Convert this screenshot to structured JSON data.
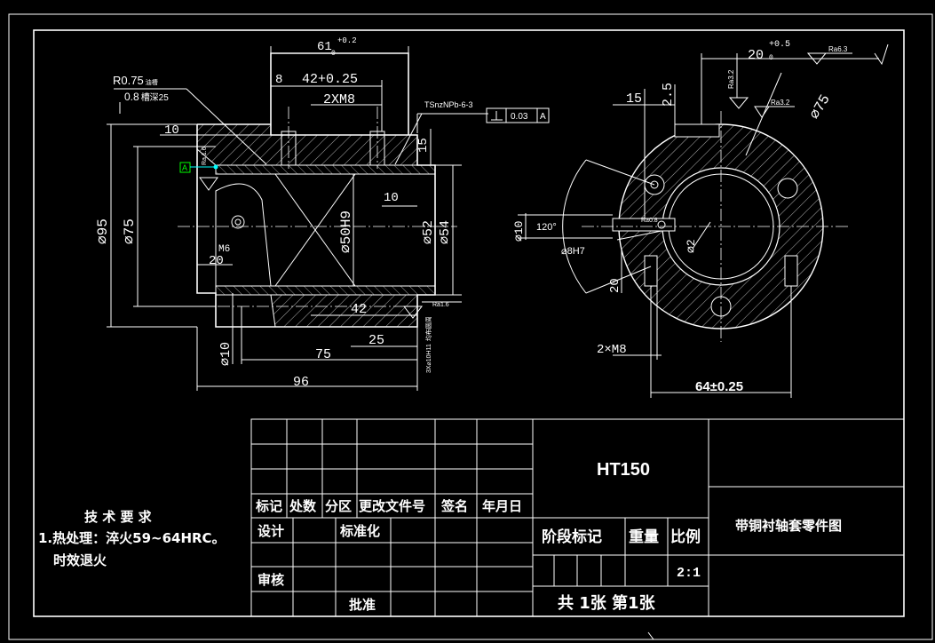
{
  "drawing_title": "带铜衬轴套零件图",
  "material": "HT150",
  "scale": "2:1",
  "sheet_info": "共 1张 第1张",
  "title_block": {
    "headers": [
      "标记",
      "处数",
      "分区",
      "更改文件号",
      "签名",
      "年月日"
    ],
    "design": "设计",
    "standardization": "标准化",
    "review": "审核",
    "approve": "批准",
    "stage_mark": "阶段标记",
    "weight": "重量",
    "scale_label": "比例"
  },
  "tech_requirements": {
    "title": "技 术 要 求",
    "line1": "1.热处理：淬火59~64HRC。",
    "line2": "时效退火"
  },
  "front_view": {
    "dim_61": "61",
    "tol_61": "0",
    "tol_61_up": "+0.2",
    "dim_42": "42+0.25",
    "dim_8": "8",
    "dim_2xm8": "2XM8",
    "dim_10_top": "10",
    "dim_15": "15",
    "dim_10_mid": "10",
    "dim_phi95": "⌀95",
    "dim_phi75": "⌀75",
    "dim_phi50": "⌀50H9",
    "dim_phi52": "⌀52",
    "dim_phi54": "⌀54",
    "dim_20": "20",
    "dim_m6": "M6",
    "dim_phi10": "⌀10",
    "dim_42b": "42",
    "dim_25": "25",
    "dim_75": "75",
    "dim_96": "96",
    "r075": "R0.75",
    "r075_suffix": "油槽",
    "groove": "0.8",
    "groove_suffix": "槽深25",
    "datum_a": "A",
    "material_note": "TSnzNPb-6-3",
    "tol_frame_val": "0.03",
    "tol_frame_ref": "A",
    "ra16_left": "Ra 1.6",
    "ra16_bottom": "Ra1.6",
    "holes_note": "3X⌀10H11",
    "holes_suffix": "均布圆周"
  },
  "side_view": {
    "dim_20": "20",
    "tol_20": "0",
    "tol_20_up": "+0.5",
    "ra63": "Ra6.3",
    "ra32_a": "Ra3.2",
    "ra32_b": "Ra3.2",
    "dim_15": "15",
    "dim_25": "2.5",
    "dim_phi75": "⌀75",
    "angle": "120°",
    "dim_phi10": "⌀10",
    "dim_phi8": "⌀8H7",
    "dim_phi2": "⌀2",
    "ra08": "Ra0.8",
    "dim_20v": "20",
    "dim_2xm8": "2×M8",
    "dim_64": "64±0.25"
  }
}
